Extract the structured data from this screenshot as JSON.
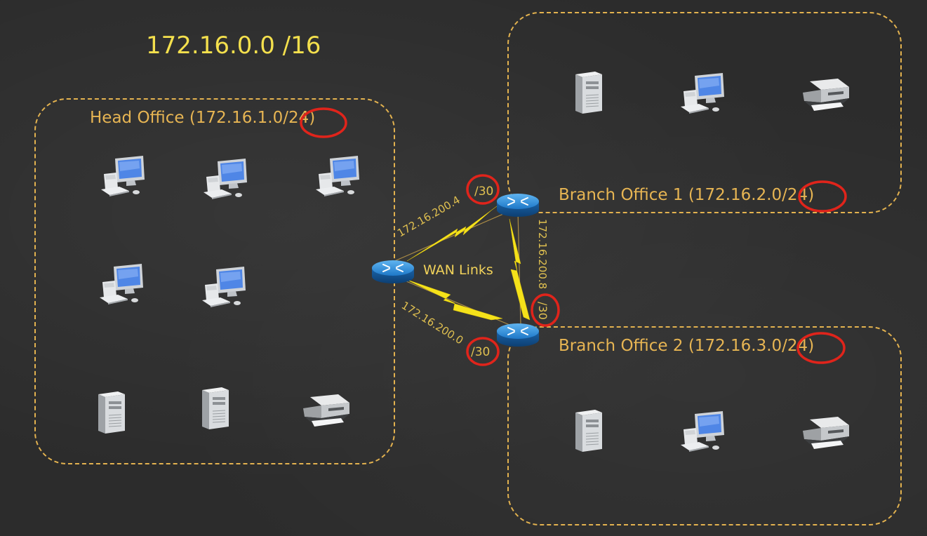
{
  "supernet": "172.16.0.0 /16",
  "head_office": {
    "label_prefix": "Head Office (172.16.1.0",
    "mask": "/24",
    "label_suffix": ")"
  },
  "branch1": {
    "label_prefix": "Branch Office 1 (172.16.2.0",
    "mask": "/24",
    "label_suffix": ")"
  },
  "branch2": {
    "label_prefix": "Branch Office 2 (172.16.3.0",
    "mask": "/24",
    "label_suffix": ")"
  },
  "wan_label": "WAN Links",
  "links": {
    "top": {
      "network": "172.16.200.4",
      "mask": "/30"
    },
    "right": {
      "network": "172.16.200.8",
      "mask": "/30"
    },
    "bottom": {
      "network": "172.16.200.0",
      "mask": "/30"
    }
  },
  "colors": {
    "label": "#e7b553",
    "title": "#f4e04d",
    "highlight_circle": "#e0241b",
    "lightning": "#f5e21a",
    "router": "#1e78c8"
  }
}
